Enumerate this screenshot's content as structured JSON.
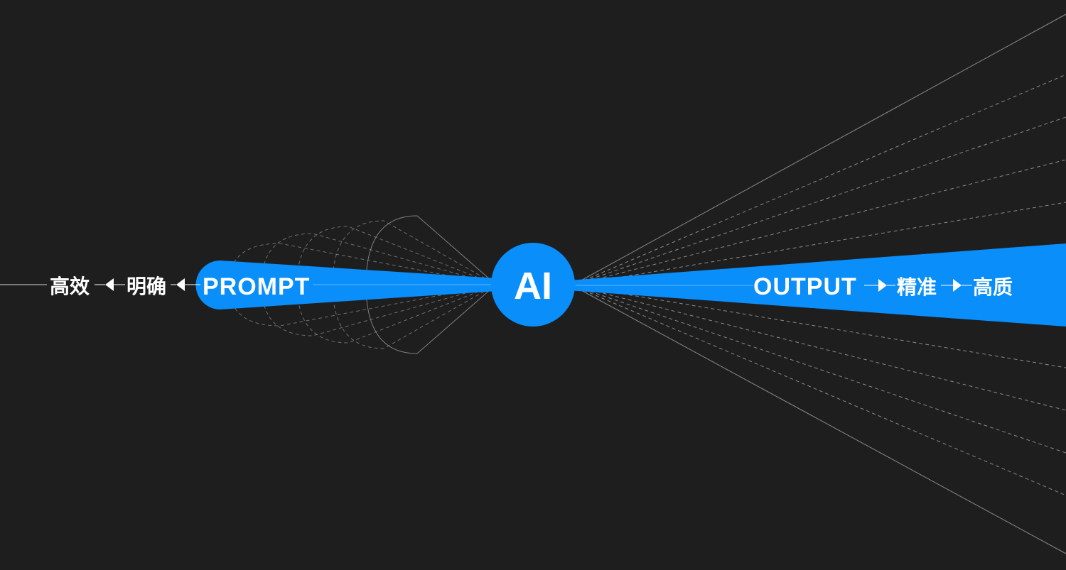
{
  "diagram": {
    "center_label": "AI",
    "input_label": "PROMPT",
    "output_label": "OUTPUT",
    "input_chain": [
      "高效",
      "明确"
    ],
    "output_chain": [
      "精准",
      "高质"
    ]
  },
  "colors": {
    "background": "#1e1e1e",
    "accent": "#0a8ef9",
    "text": "#ffffff",
    "line": "#8a8a8a"
  }
}
